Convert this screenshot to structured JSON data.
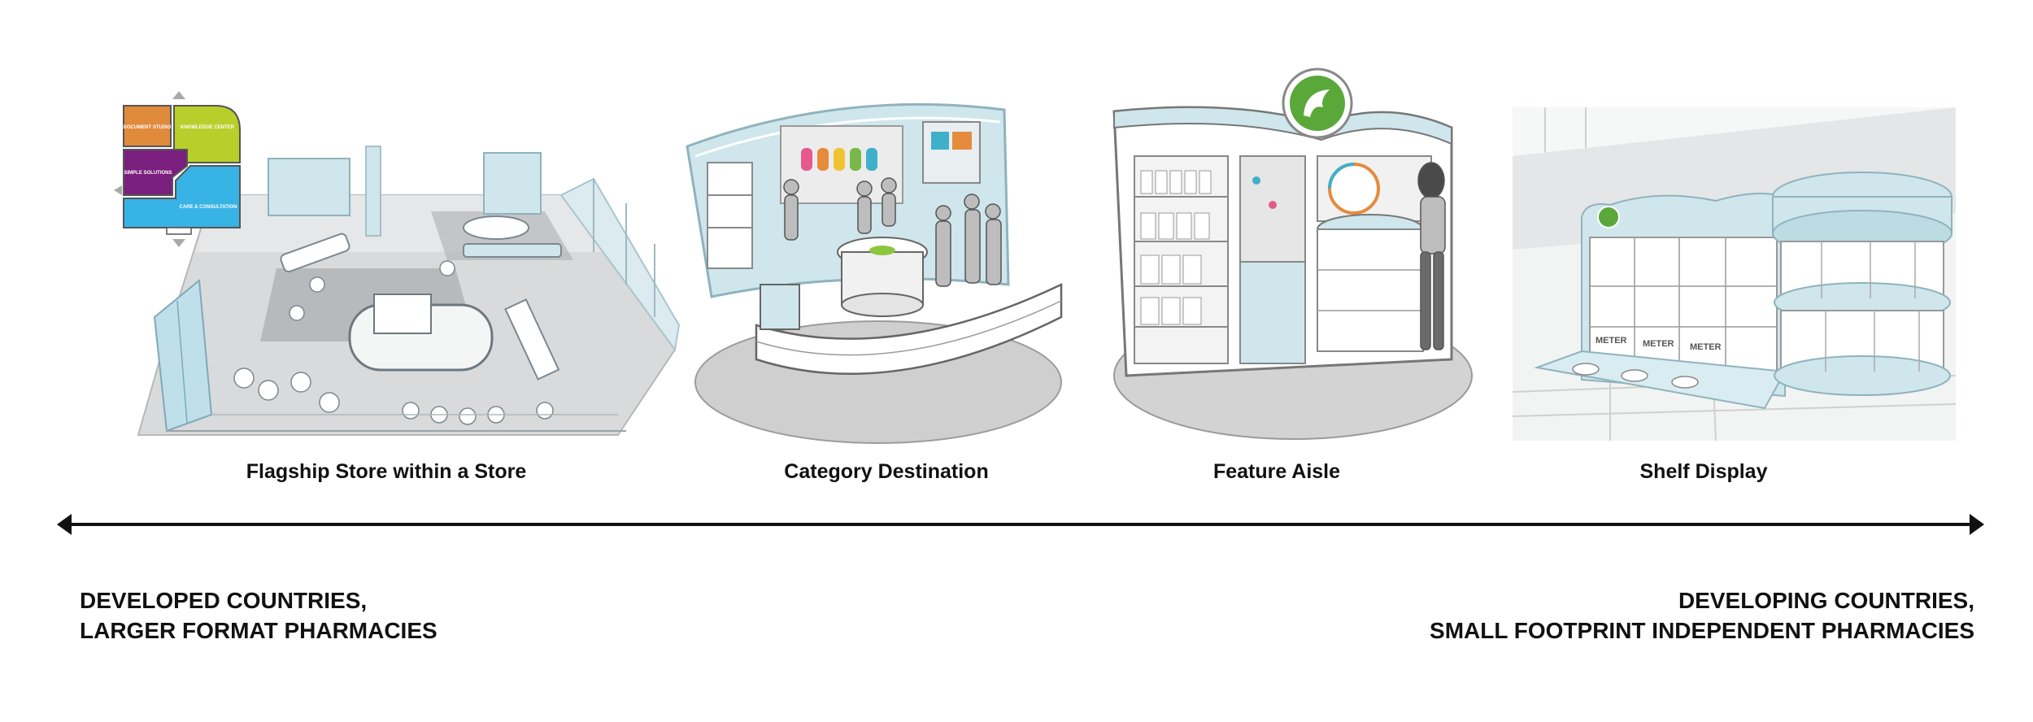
{
  "panels": [
    {
      "caption": "Flagship Store within a Store"
    },
    {
      "caption": "Category Destination"
    },
    {
      "caption": "Feature Aisle"
    },
    {
      "caption": "Shelf Display"
    }
  ],
  "floor_plan": {
    "zones": [
      "DOCUMENT STUDIO",
      "KNOWLEDGE CENTER",
      "SIMPLE SOLUTIONS",
      "CARE & CONSULTATION"
    ]
  },
  "shelf_labels": [
    "METER",
    "METER",
    "METER"
  ],
  "spectrum": {
    "left": [
      "DEVELOPED COUNTRIES,",
      "LARGER FORMAT PHARMACIES"
    ],
    "right": [
      "DEVELOPING COUNTRIES,",
      "SMALL FOOTPRINT INDEPENDENT PHARMACIES"
    ]
  },
  "colors": {
    "orange_zone": "#e08a3c",
    "lime_zone": "#b8cf2b",
    "purple_zone": "#7a1f7e",
    "blue_zone": "#38b3e6",
    "fixture_blue": "#cfe6ec",
    "logo_green": "#5aa83a",
    "arrow": "#111111"
  }
}
